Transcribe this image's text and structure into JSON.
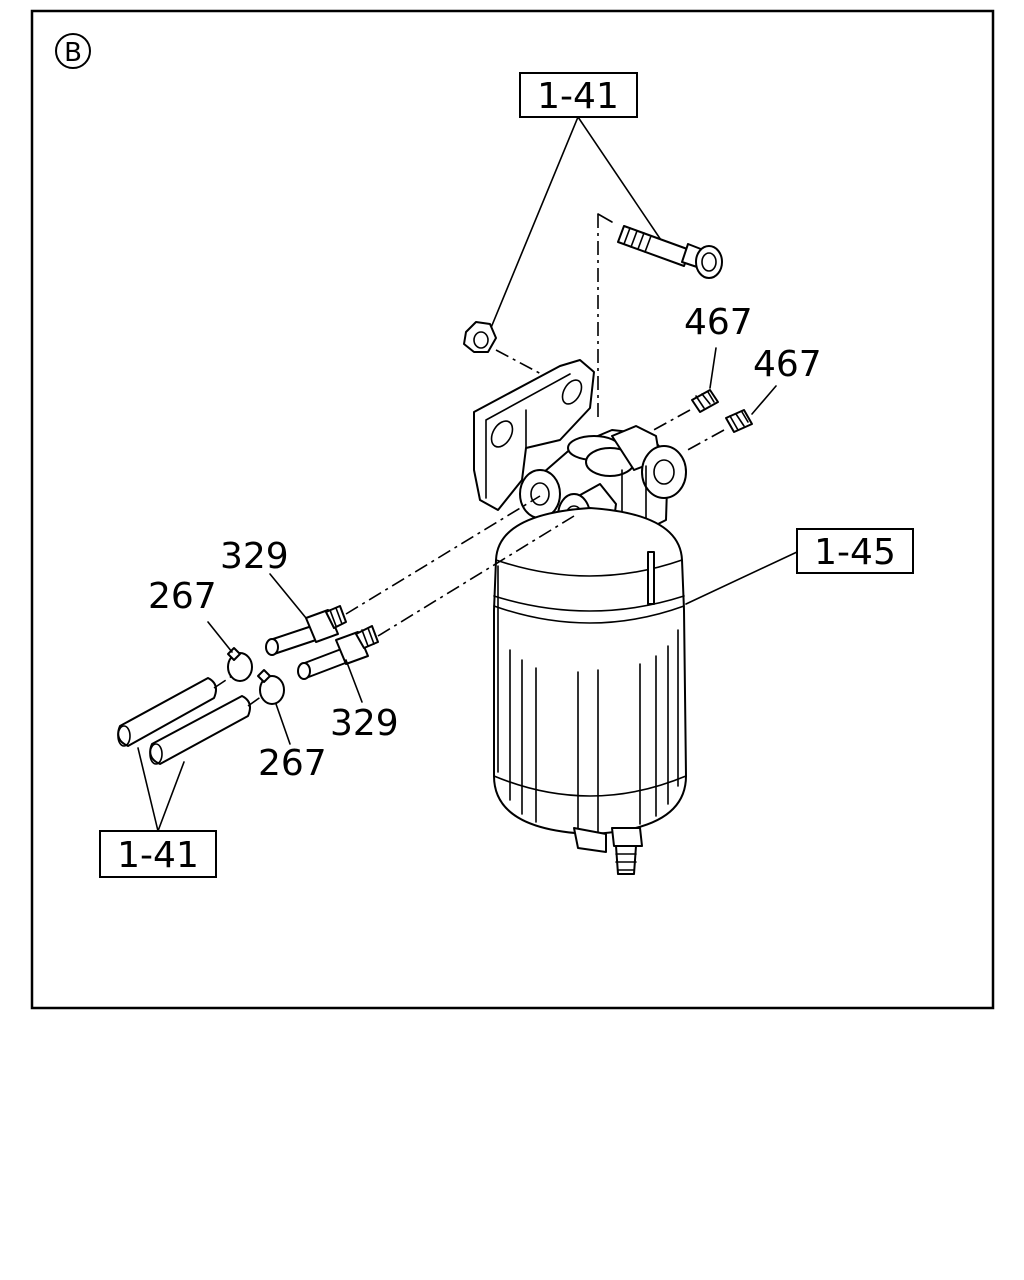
{
  "view_marker": "B",
  "callouts": {
    "ref_top": "1-41",
    "ref_bottom": "1-41",
    "ref_filter": "1-45",
    "plug_upper": "467",
    "plug_right": "467",
    "connector_upper": "329",
    "connector_lower": "329",
    "clip_upper": "267",
    "clip_lower": "267"
  }
}
